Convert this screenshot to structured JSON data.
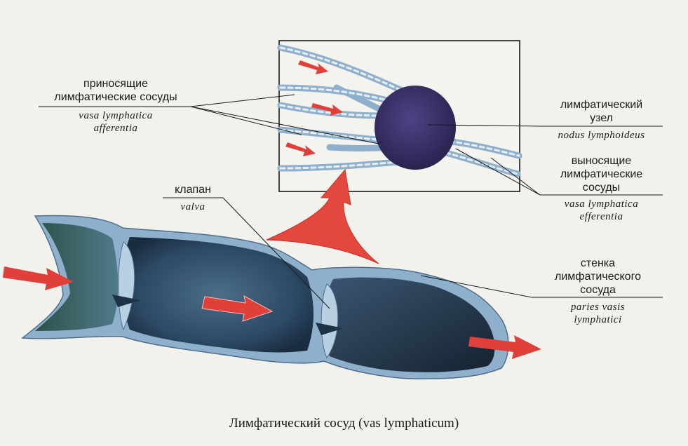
{
  "labels": {
    "afferent_ru_1": "приносящие",
    "afferent_ru_2": "лимфатические  сосуды",
    "afferent_la_1": "vasa lymphatica",
    "afferent_la_2": "afferentia",
    "node_ru_1": "лимфатический",
    "node_ru_2": "узел",
    "node_la": "nodus lymphoideus",
    "efferent_ru_1": "выносящие",
    "efferent_ru_2": "лимфатические",
    "efferent_ru_3": "сосуды",
    "efferent_la_1": "vasa lymphatica",
    "efferent_la_2": "efferentia",
    "valve_ru": "клапан",
    "valve_la": "valva",
    "wall_ru_1": "стенка",
    "wall_ru_2": "лимфатического",
    "wall_ru_3": "сосуда",
    "wall_la_1": "paries vasis",
    "wall_la_2": "lymphatici"
  },
  "caption": "Лимфатический сосуд (vas lymphaticum)",
  "colors": {
    "background": "#f2f1ec",
    "vessel_wall": "#8fb0cc",
    "vessel_lumen": "#25405a",
    "node": "#3a2f66",
    "arrow": "#e0403a",
    "lines": "#1a1a1a"
  }
}
